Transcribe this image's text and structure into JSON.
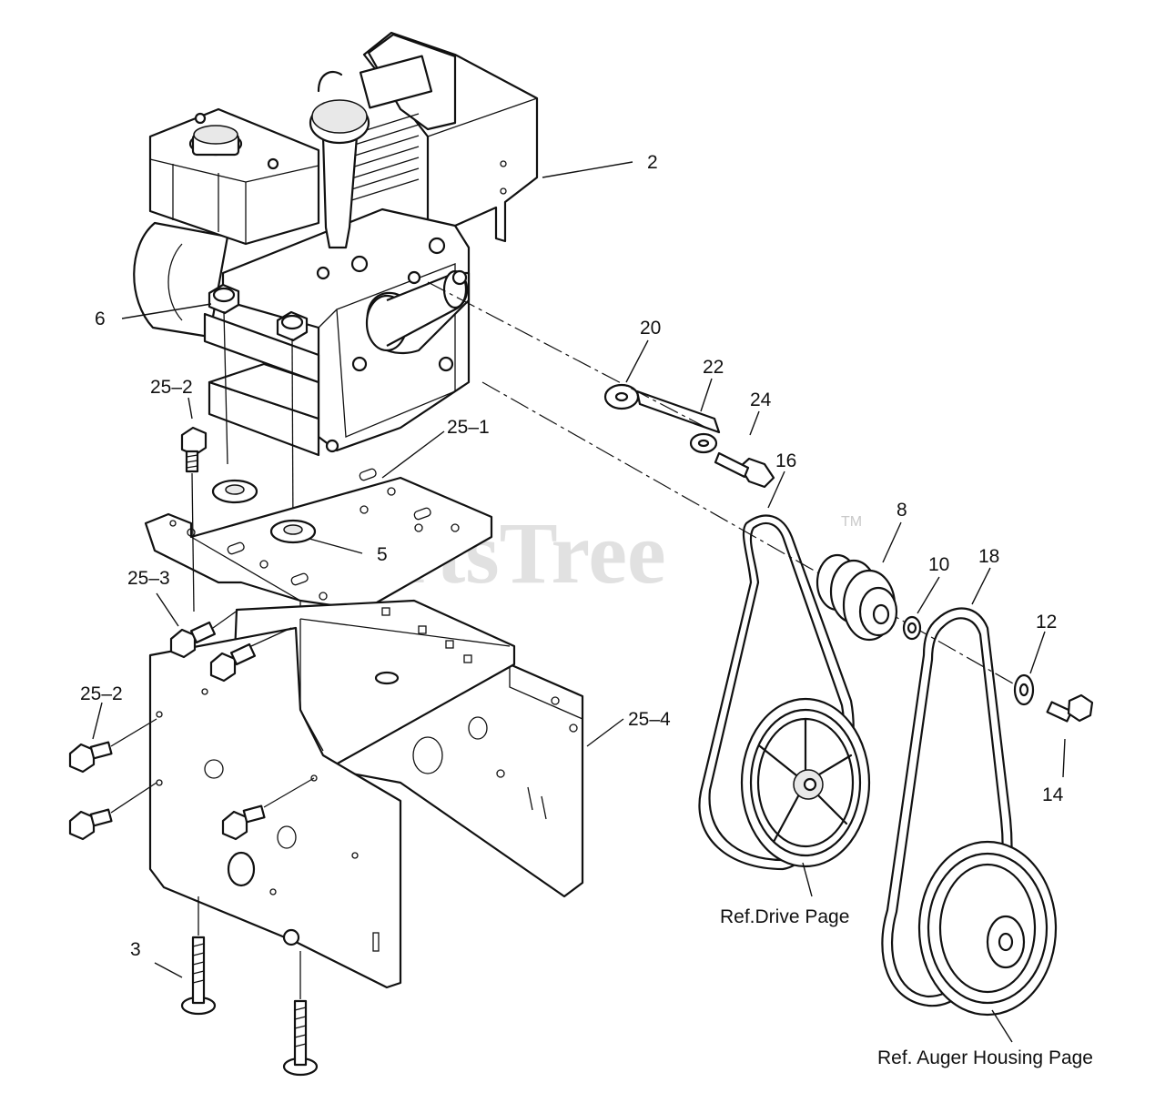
{
  "watermark": {
    "text": "PartsTree",
    "trademark": "TM"
  },
  "callouts": [
    {
      "id": "2",
      "text": "2"
    },
    {
      "id": "6",
      "text": "6"
    },
    {
      "id": "20",
      "text": "20"
    },
    {
      "id": "22",
      "text": "22"
    },
    {
      "id": "24",
      "text": "24"
    },
    {
      "id": "16",
      "text": "16"
    },
    {
      "id": "25-2-top",
      "text": "25–2"
    },
    {
      "id": "25-1",
      "text": "25–1"
    },
    {
      "id": "8",
      "text": "8"
    },
    {
      "id": "10",
      "text": "10"
    },
    {
      "id": "18",
      "text": "18"
    },
    {
      "id": "5",
      "text": "5"
    },
    {
      "id": "25-3",
      "text": "25–3"
    },
    {
      "id": "12",
      "text": "12"
    },
    {
      "id": "25-2-side",
      "text": "25–2"
    },
    {
      "id": "25-4",
      "text": "25–4"
    },
    {
      "id": "14",
      "text": "14"
    },
    {
      "id": "3",
      "text": "3"
    }
  ],
  "references": {
    "drive": "Ref.Drive Page",
    "auger": "Ref. Auger Housing Page"
  }
}
